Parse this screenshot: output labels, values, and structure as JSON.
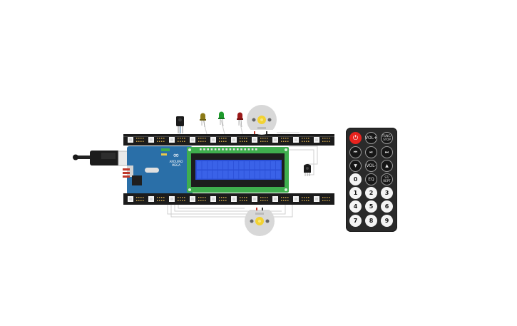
{
  "diagram": {
    "lcd_text": "",
    "colors": {
      "strip": "#1c1c1c",
      "arduino": "#2a6fa8",
      "lcd_pcb": "#3fae4e",
      "lcd_screen": "#2a4fd6",
      "led_yellow": "#8c7a16",
      "led_green": "#1e9a2c",
      "led_red": "#9a1818",
      "fan": "#d8d8d8",
      "fan_hub": "#f2d233",
      "remote": "#2a2a2a",
      "power_button": "#e8231e"
    },
    "arduino": {
      "logo": "∞",
      "brand": "ARDUINO",
      "model": "MEGA"
    },
    "remote": {
      "buttons": [
        {
          "id": "power",
          "label": "⏻",
          "style": "power"
        },
        {
          "id": "vol-up",
          "label": "VOL+",
          "style": "dark"
        },
        {
          "id": "func-stop",
          "label": "FUNC/ STOP",
          "style": "dark small"
        },
        {
          "id": "prev",
          "label": "⏮",
          "style": "dark"
        },
        {
          "id": "play-pause",
          "label": "⏯",
          "style": "dark"
        },
        {
          "id": "next",
          "label": "⏭",
          "style": "dark"
        },
        {
          "id": "down",
          "label": "▼",
          "style": "dark"
        },
        {
          "id": "vol-down",
          "label": "VOL-",
          "style": "dark"
        },
        {
          "id": "up",
          "label": "▲",
          "style": "dark"
        },
        {
          "id": "zero",
          "label": "0",
          "style": "light"
        },
        {
          "id": "eq",
          "label": "EQ",
          "style": "dark"
        },
        {
          "id": "st-rept",
          "label": "ST/ REPT",
          "style": "dark small"
        },
        {
          "id": "one",
          "label": "1",
          "style": "light"
        },
        {
          "id": "two",
          "label": "2",
          "style": "light"
        },
        {
          "id": "three",
          "label": "3",
          "style": "light"
        },
        {
          "id": "four",
          "label": "4",
          "style": "light"
        },
        {
          "id": "five",
          "label": "5",
          "style": "light"
        },
        {
          "id": "six",
          "label": "6",
          "style": "light"
        },
        {
          "id": "seven",
          "label": "7",
          "style": "light"
        },
        {
          "id": "eight",
          "label": "8",
          "style": "light"
        },
        {
          "id": "nine",
          "label": "9",
          "style": "light"
        }
      ]
    }
  }
}
